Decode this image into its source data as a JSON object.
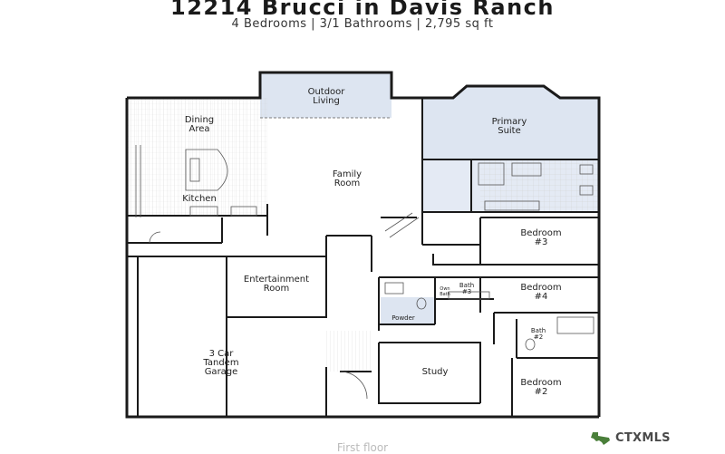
{
  "header": {
    "title": "12214 Brucci in Davis Ranch",
    "subtitle": "4 Bedrooms | 3/1 Bathrooms | 2,795 sq ft"
  },
  "rooms": {
    "outdoor_living": [
      "Outdoor",
      "Living"
    ],
    "dining_area": [
      "Dining",
      "Area"
    ],
    "family_room": [
      "Family",
      "Room"
    ],
    "primary_suite": [
      "Primary",
      "Suite"
    ],
    "kitchen": [
      "Kitchen"
    ],
    "bedroom3": [
      "Bedroom",
      "#3"
    ],
    "entertainment_room": [
      "Entertainment",
      "Room"
    ],
    "bath3": [
      "Bath",
      "#3"
    ],
    "bedroom4": [
      "Bedroom",
      "#4"
    ],
    "owr_bath": [
      "Own",
      "Bath"
    ],
    "powder": [
      "Powder"
    ],
    "bath2": [
      "Bath",
      "#2"
    ],
    "garage": [
      "3 Car",
      "Tandem",
      "Garage"
    ],
    "study": [
      "Study"
    ],
    "bedroom2": [
      "Bedroom",
      "#2"
    ]
  },
  "footer": {
    "floor_caption": "First floor",
    "logo_text": "CTXMLS",
    "logo_icon": "texas-state-icon",
    "logo_color": "#4a7f3a"
  },
  "colors": {
    "wall": "#1a1a1a",
    "shaded_room": "#dfe6f2",
    "floor_pattern": "#c8c8c8"
  }
}
